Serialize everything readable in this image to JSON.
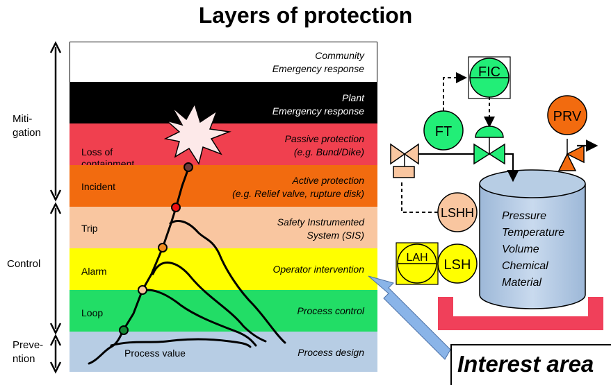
{
  "title": "Layers of protection",
  "layers": [
    {
      "desc": "Community\nEmergency response",
      "label": "",
      "color": "#ffffff",
      "text_color": "#000000",
      "border": "#000000"
    },
    {
      "desc": "Plant\nEmergency response",
      "label": "",
      "color": "#000000",
      "text_color": "#ffffff",
      "border": "#000000"
    },
    {
      "desc": "Passive protection\n(e.g. Bund/Dike)",
      "label": "Loss of\ncontainment",
      "color": "#f0404f",
      "text_color": "#000000",
      "border": "#f0404f"
    },
    {
      "desc": "Active protection\n(e.g. Relief valve, rupture disk)",
      "label": "Incident",
      "color": "#f26b0f",
      "text_color": "#000000",
      "border": "#f26b0f"
    },
    {
      "desc": "Safety Instrumented\nSystem (SIS)",
      "label": "Trip",
      "color": "#f9c6a0",
      "text_color": "#000000",
      "border": "#f9c6a0"
    },
    {
      "desc": "Operator intervention",
      "label": "Alarm",
      "color": "#ffff00",
      "text_color": "#000000",
      "border": "#ffff00"
    },
    {
      "desc": "Process control",
      "label": "Loop",
      "color": "#22dd66",
      "text_color": "#000000",
      "border": "#22dd66"
    },
    {
      "desc": "Process design",
      "label": "Process value",
      "color": "#b7cde4",
      "text_color": "#000000",
      "border": "#b7cde4"
    }
  ],
  "side_labels": {
    "mitigation": "Miti-\ngation",
    "control": "Control",
    "prevention": "Preve-\nntion"
  },
  "instruments": {
    "fic": "FIC",
    "ft": "FT",
    "prv": "PRV",
    "lshh": "LSHH",
    "lah": "LAH",
    "lsh": "LSH"
  },
  "vessel_text": "Pressure\nTemperature\nVolume\nChemical\nMaterial",
  "interest": "Interest area",
  "colors": {
    "instrument_green": "#22ee77",
    "prv_orange": "#f26b0f",
    "lshh_peach": "#f9c6a0",
    "alarm_yellow": "#ffff00",
    "vessel_blue": "#b7cde4",
    "bund_red": "#f0405a",
    "arrow_blue": "#8ab4e8"
  }
}
